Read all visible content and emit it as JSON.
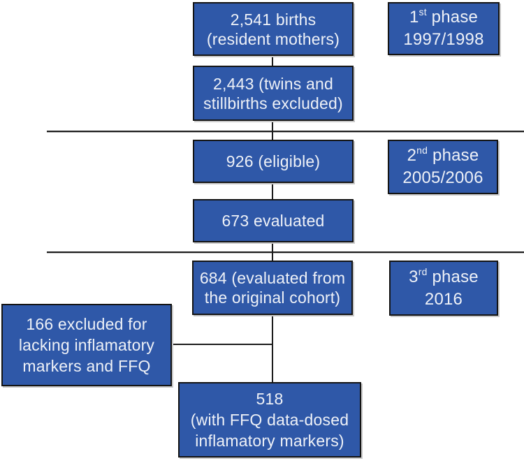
{
  "colors": {
    "background": "#ffffff",
    "box_fill": "#2f58a8",
    "box_border": "#141414",
    "box_shadow": "#c9c9c9",
    "text": "#eef1f7",
    "connector": "#1c1c1c"
  },
  "flow": {
    "main_boxes": [
      {
        "name": "births",
        "lines": [
          "2,541 births",
          "(resident mothers)"
        ]
      },
      {
        "name": "twins-excluded",
        "lines": [
          "2,443 (twins and",
          "stillbirths excluded)"
        ]
      },
      {
        "name": "eligible",
        "lines": [
          "926 (eligible)"
        ]
      },
      {
        "name": "evaluated",
        "lines": [
          "673 evaluated"
        ]
      },
      {
        "name": "original-cohort",
        "lines": [
          "684 (evaluated from",
          "the original cohort)"
        ]
      },
      {
        "name": "final-sample",
        "lines": [
          "518",
          "(with FFQ data-dosed",
          "inflamatory markers)"
        ]
      }
    ],
    "excluded_box": {
      "lines": [
        "166 excluded for",
        "lacking inflamatory",
        "markers and FFQ"
      ]
    },
    "phases": [
      {
        "ordinal": "1",
        "suffix": "st",
        "word": "phase",
        "years": "1997/1998"
      },
      {
        "ordinal": "2",
        "suffix": "nd",
        "word": "phase",
        "years": "2005/2006"
      },
      {
        "ordinal": "3",
        "suffix": "rd",
        "word": "phase",
        "years": "2016"
      }
    ]
  }
}
